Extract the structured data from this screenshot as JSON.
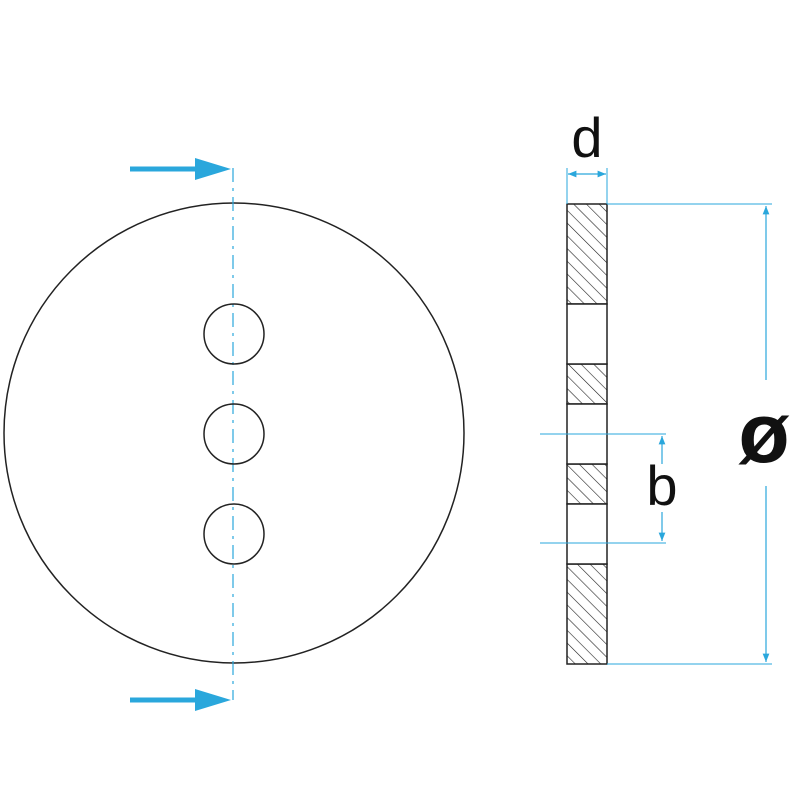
{
  "labels": {
    "thickness": "d",
    "diameter": "ø",
    "hole_diameter": "b"
  },
  "colors": {
    "outline": "#222222",
    "dimension": "#2aa7dc",
    "hatch": "#222222",
    "background": "#ffffff"
  },
  "front_view": {
    "hole_count": 3,
    "section_arrows": 2
  }
}
